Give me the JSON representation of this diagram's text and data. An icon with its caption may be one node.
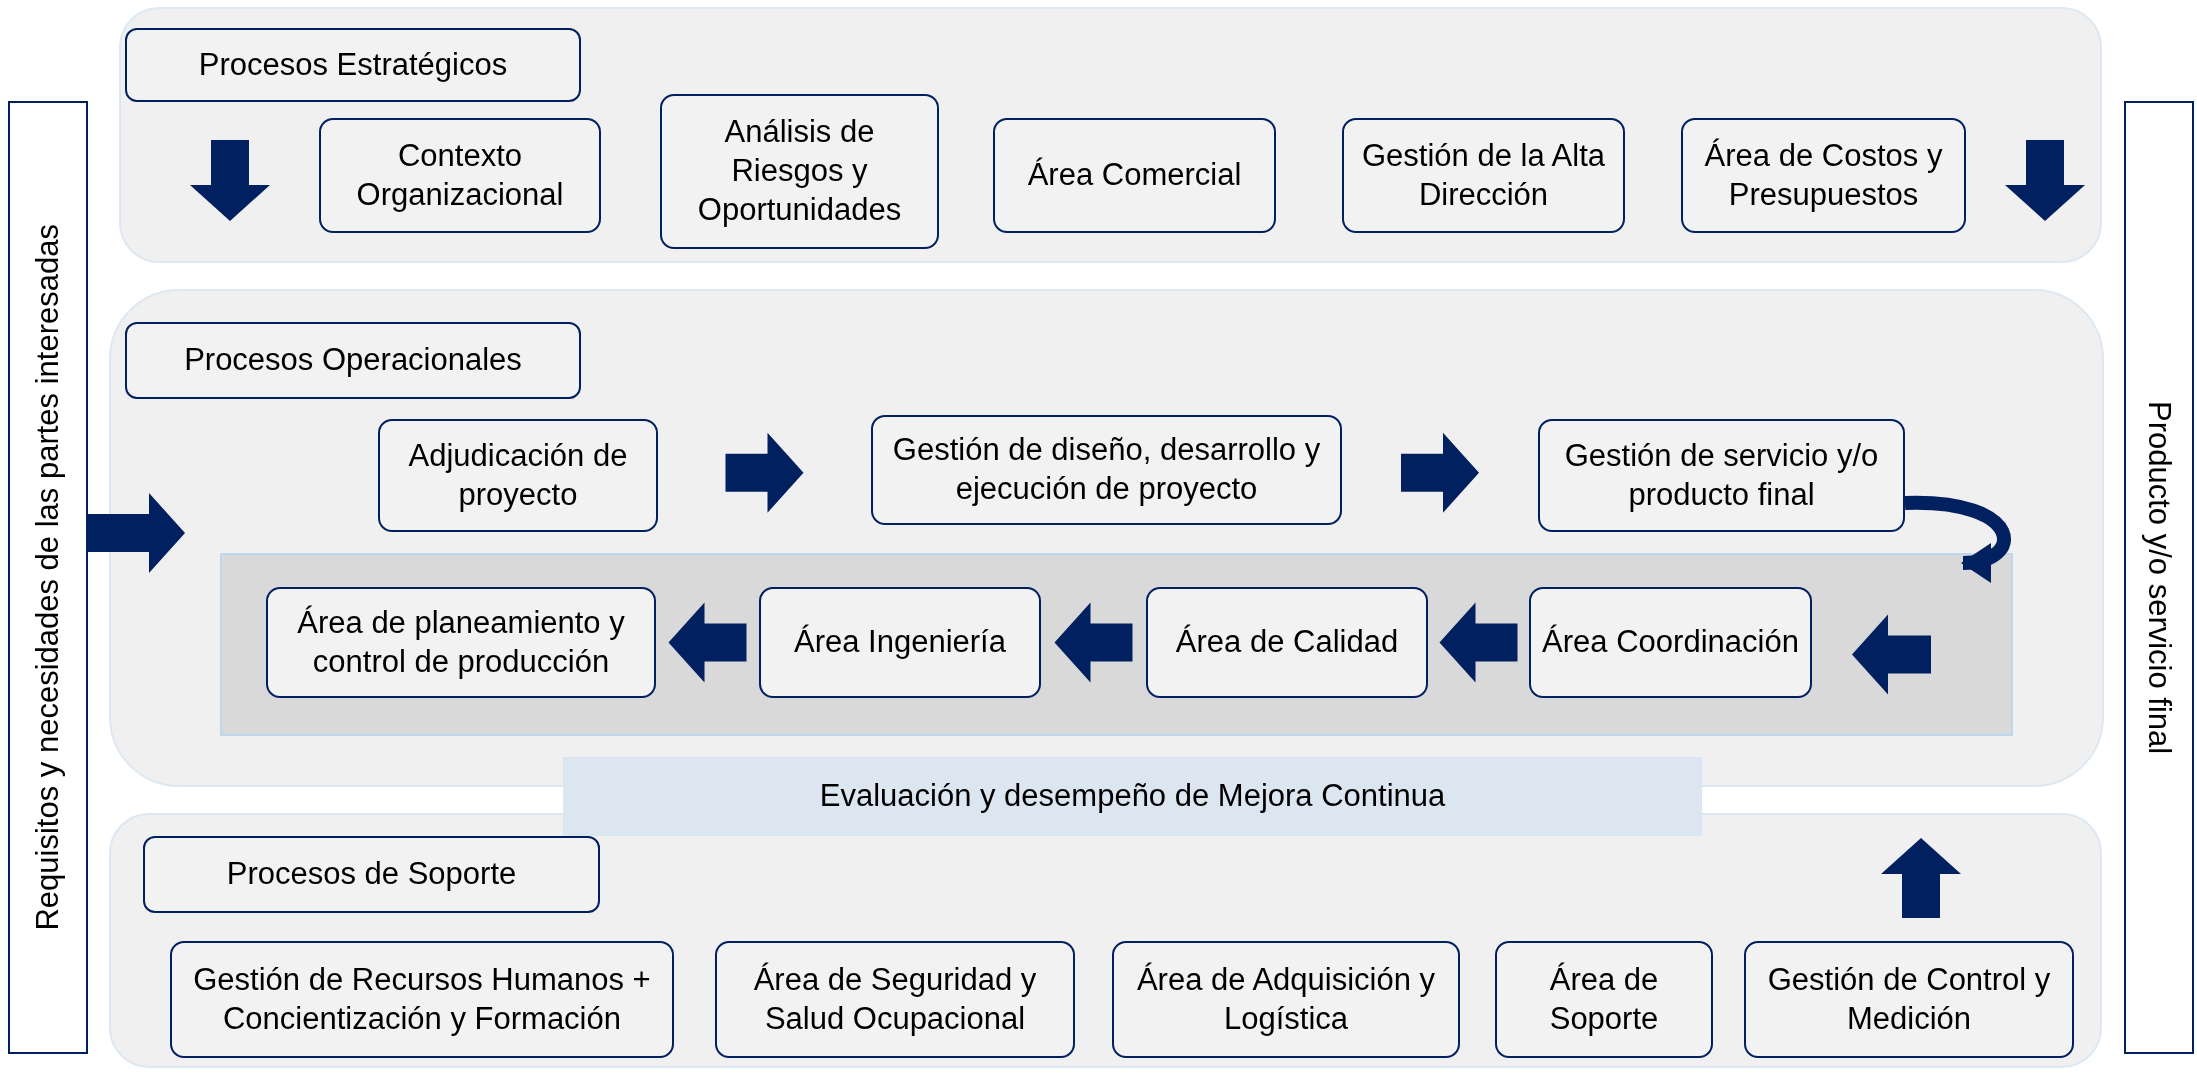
{
  "diagram": {
    "nodes": [
      {
        "text": [
          "Requisitos y necesidades de las partes interesadas"
        ]
      },
      {
        "text": [],
        "shape": "box"
      },
      {
        "text": [
          "Procesos Estratégicos"
        ],
        "in": 1
      },
      {
        "text": [
          "Contexto Organizacional"
        ],
        "in": 1
      },
      {
        "text": [
          "Análisis de Riesgos y Oportunidades"
        ],
        "in": 1
      },
      {
        "text": [
          "Área Comercial"
        ],
        "in": 1
      },
      {
        "text": [
          "Gestión de la Alta Dirección"
        ],
        "in": 1
      },
      {
        "text": [
          "Área de Costos y Presupuestos"
        ],
        "in": 1
      },
      {
        "text": [],
        "shape": "box"
      },
      {
        "text": [
          "Procesos Operacionales"
        ],
        "in": 8
      },
      {
        "text": [
          "Adjudicación de proyecto"
        ],
        "in": 8
      },
      {
        "text": [
          "Gestión de diseño, desarrollo y ejecución de proyecto"
        ],
        "in": 8
      },
      {
        "text": [
          "Gestión de servicio y/o producto final"
        ],
        "in": 8
      },
      {
        "text": [],
        "shape": "box",
        "in": 8
      },
      {
        "text": [
          "Área de planeamiento y control de producción"
        ],
        "in": 13
      },
      {
        "text": [
          "Área Ingeniería"
        ],
        "in": 13
      },
      {
        "text": [
          "Área de Calidad"
        ],
        "in": 13
      },
      {
        "text": [
          "Área Coordinación"
        ],
        "in": 13
      },
      {
        "text": [
          "Evaluación y desempeño de Mejora Continua"
        ]
      },
      {
        "text": [],
        "shape": "box"
      },
      {
        "text": [
          "Procesos de Soporte"
        ],
        "in": 19
      },
      {
        "text": [
          "Gestión de Recursos Humanos + Concientización y Formación"
        ],
        "in": 19
      },
      {
        "text": [
          "Área de Seguridad y Salud Ocupacional"
        ],
        "in": 19
      },
      {
        "text": [
          "Área de Adquisición y Logística"
        ],
        "in": 19
      },
      {
        "text": [
          "Área de Soporte"
        ],
        "in": 19
      },
      {
        "text": [
          "Gestión de Control y Medición"
        ],
        "in": 19
      },
      {
        "text": [
          "Producto y/o servicio final"
        ]
      }
    ],
    "edges": [
      {
        "from": 0,
        "to": 8,
        "arrow": "to"
      },
      {
        "from": 10,
        "to": 11,
        "arrow": "to"
      },
      {
        "from": 11,
        "to": 12,
        "arrow": "to"
      },
      {
        "from": 12,
        "to": 13,
        "arrow": "to"
      },
      {
        "from": null,
        "to": 17,
        "arrow": "to"
      },
      {
        "from": 17,
        "to": 16,
        "arrow": "to"
      },
      {
        "from": 16,
        "to": 15,
        "arrow": "to"
      },
      {
        "from": 15,
        "to": 14,
        "arrow": "to"
      },
      {
        "from": 25,
        "to": null,
        "arrow": "to"
      },
      {
        "from": 7,
        "to": 26,
        "arrow": "to"
      }
    ]
  }
}
